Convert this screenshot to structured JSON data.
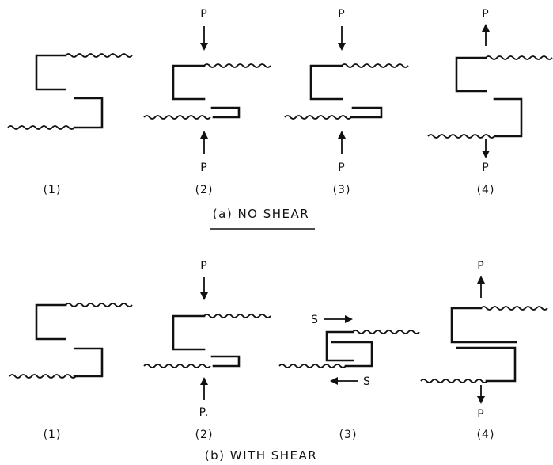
{
  "rows": [
    {
      "caption": "(a) NO SHEAR",
      "panels": [
        {
          "number": "(1)"
        },
        {
          "number": "(2)",
          "top_label": "P",
          "bottom_label": "P"
        },
        {
          "number": "(3)",
          "top_label": "P",
          "bottom_label": "P"
        },
        {
          "number": "(4)",
          "top_label": "P",
          "bottom_label": "P"
        }
      ]
    },
    {
      "caption": "(b) WITH SHEAR",
      "panels": [
        {
          "number": "(1)"
        },
        {
          "number": "(2)",
          "top_label": "P",
          "bottom_label": "P."
        },
        {
          "number": "(3)",
          "top_label": "S",
          "bottom_label": "S"
        },
        {
          "number": "(4)",
          "top_label": "P",
          "bottom_label": "P"
        }
      ]
    }
  ]
}
